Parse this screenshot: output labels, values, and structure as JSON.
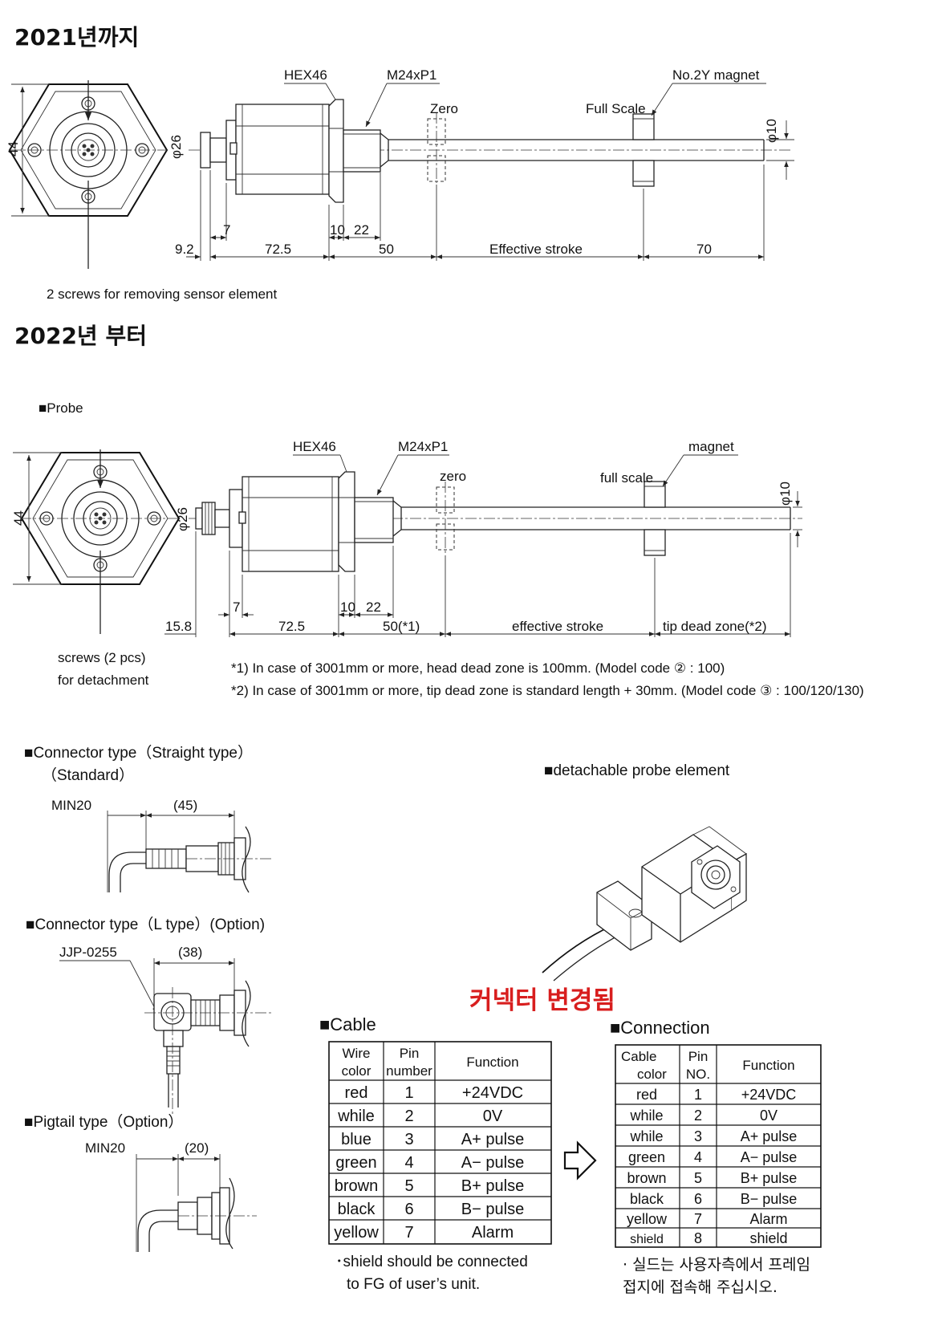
{
  "headings": {
    "h2021": "2021년까지",
    "h2022": "2022년 부터"
  },
  "drawing2021": {
    "hex": "HEX46",
    "thread": "M24xP1",
    "zero": "Zero",
    "full_scale": "Full Scale",
    "magnet": "No.2Y magnet",
    "dia_body": "φ26",
    "dia_rod": "φ10",
    "width": "44",
    "dims": {
      "d1": "9.2",
      "d2": "7",
      "d3": "72.5",
      "d4": "10",
      "d5": "22",
      "d6": "50",
      "d7": "Effective stroke",
      "d8": "70"
    },
    "note": "2 screws for removing sensor element"
  },
  "drawing2022": {
    "section": "■Probe",
    "hex": "HEX46",
    "thread": "M24xP1",
    "zero": "zero",
    "full_scale": "full scale",
    "magnet": "magnet",
    "dia_body": "φ26",
    "dia_rod": "φ10",
    "width": "44",
    "dims": {
      "d1": "15.8",
      "d2": "7",
      "d3": "72.5",
      "d4": "10",
      "d5": "22",
      "d6": "50(*1)",
      "d7": "effective stroke",
      "d8": "tip dead zone(*2)"
    },
    "screws_line1": "screws (2 pcs)",
    "screws_line2": "for detachment",
    "note1": "*1) In case of  3001mm or more, head dead zone is 100mm. (Model code ② : 100)",
    "note2": "*2) In case of  3001mm or more, tip dead zone is standard length + 30mm. (Model code ③ : 100/120/130)"
  },
  "connectors": {
    "straight_title": "■Connector type（Straight type）",
    "straight_sub": "（Standard）",
    "straight_min": "MIN20",
    "straight_len": "(45)",
    "ltype_title": "■Connector type（L type）(Option)",
    "ltype_part": "JJP-0255",
    "ltype_len": "(38)",
    "pigtail_title": "■Pigtail type（Option）",
    "pigtail_min": "MIN20",
    "pigtail_len": "(20)"
  },
  "probe_element": {
    "title": "■detachable probe element"
  },
  "change_notice": "커넥터 변경됨",
  "cable_table": {
    "title": "■Cable",
    "headers": {
      "c1a": "Wire",
      "c1b": "color",
      "c2a": "Pin",
      "c2b": "number",
      "c3": "Function"
    },
    "rows": [
      {
        "color": "red",
        "pin": "1",
        "func": "+24VDC"
      },
      {
        "color": "while",
        "pin": "2",
        "func": "0V"
      },
      {
        "color": "blue",
        "pin": "3",
        "func": "A+ pulse"
      },
      {
        "color": "green",
        "pin": "4",
        "func": "A− pulse"
      },
      {
        "color": "brown",
        "pin": "5",
        "func": "B+ pulse"
      },
      {
        "color": "black",
        "pin": "6",
        "func": "B− pulse"
      },
      {
        "color": "yellow",
        "pin": "7",
        "func": "Alarm"
      }
    ],
    "note1": "･shield should be connected",
    "note2": "to FG of user’s unit."
  },
  "connection_table": {
    "title": "■Connection",
    "headers": {
      "c1a": "Cable",
      "c1b": "color",
      "c2a": "Pin",
      "c2b": "NO.",
      "c3": "Function"
    },
    "rows": [
      {
        "color": "red",
        "pin": "1",
        "func": "+24VDC"
      },
      {
        "color": "while",
        "pin": "2",
        "func": "0V"
      },
      {
        "color": "while",
        "pin": "3",
        "func": "A+ pulse"
      },
      {
        "color": "green",
        "pin": "4",
        "func": "A− pulse"
      },
      {
        "color": "brown",
        "pin": "5",
        "func": "B+ pulse"
      },
      {
        "color": "black",
        "pin": "6",
        "func": "B− pulse"
      },
      {
        "color": "yellow",
        "pin": "7",
        "func": "Alarm"
      },
      {
        "color": "shield",
        "pin": "8",
        "func": "shield"
      }
    ],
    "note1": "· 실드는 사용자측에서 프레임",
    "note2": "접지에 접속해 주십시오."
  },
  "icons": {
    "arrow": "right-arrow-icon"
  }
}
